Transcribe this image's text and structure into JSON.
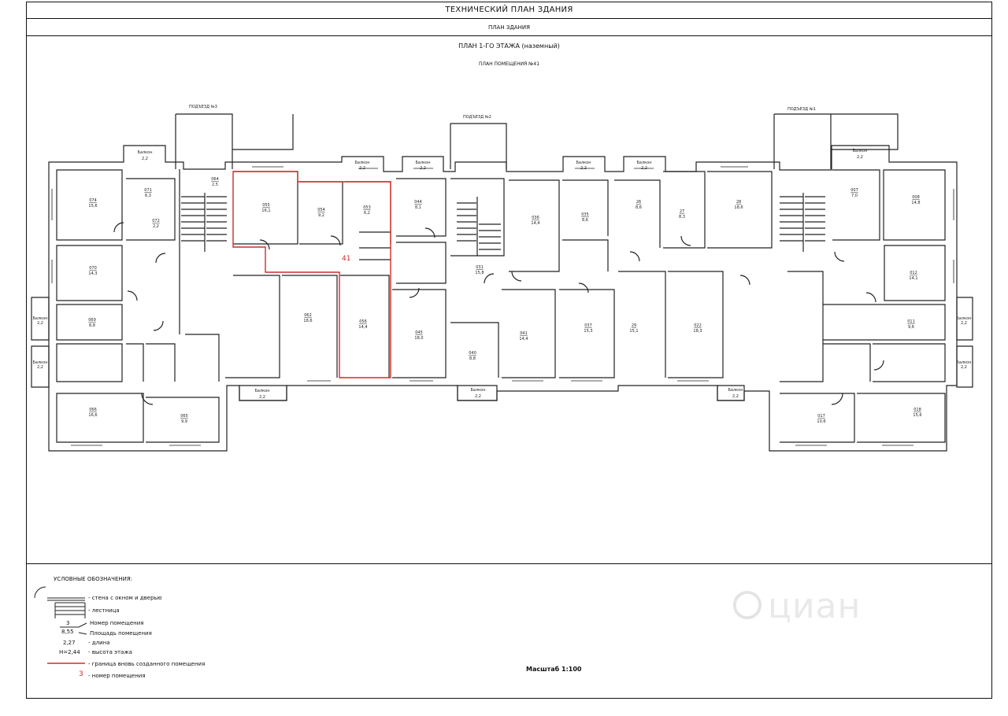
{
  "header": {
    "title": "ТЕХНИЧЕСКИЙ ПЛАН ЗДАНИЯ",
    "subtitle": "ПЛАН ЗДАНИЯ"
  },
  "plan": {
    "title": "ПЛАН 1-ГО ЭТАЖА (наземный)",
    "subtitle": "ПЛАН ПОМЕЩЕНИЯ №41",
    "highlight_label": "41",
    "entrance_left": "ПОДЪЕЗД №3",
    "entrance_mid": "ПОДЪЕЗД №2",
    "entrance_right": "ПОДЪЕЗД №1",
    "balcony_label": "Балкон",
    "balcony_area": "2,2",
    "rooms": [
      {
        "n": "074",
        "a": "15,6"
      },
      {
        "n": "071",
        "a": "6,3"
      },
      {
        "n": "072",
        "a": "2,2"
      },
      {
        "n": "064",
        "a": "2,5"
      },
      {
        "n": "055",
        "a": "16,1"
      },
      {
        "n": "054",
        "a": "9,2"
      },
      {
        "n": "053",
        "a": "6,2"
      },
      {
        "n": "044",
        "a": "8,1"
      },
      {
        "n": "036",
        "a": "14,4"
      },
      {
        "n": "035",
        "a": "8,6"
      },
      {
        "n": "26",
        "a": "8,6"
      },
      {
        "n": "27",
        "a": "8,3"
      },
      {
        "n": "28",
        "a": "18,6"
      },
      {
        "n": "007",
        "a": "7,0"
      },
      {
        "n": "008",
        "a": "14,8"
      },
      {
        "n": "070",
        "a": "14,3"
      },
      {
        "n": "069",
        "a": "8,8"
      },
      {
        "n": "056",
        "a": "14,4"
      },
      {
        "n": "062",
        "a": "18,6"
      },
      {
        "n": "045",
        "a": "18,0"
      },
      {
        "n": "037",
        "a": "15,3"
      },
      {
        "n": "29",
        "a": "15,1"
      },
      {
        "n": "022",
        "a": "18,3"
      },
      {
        "n": "012",
        "a": "14,1"
      },
      {
        "n": "011",
        "a": "9,6"
      },
      {
        "n": "066",
        "a": "16,6"
      },
      {
        "n": "065",
        "a": "9,9"
      },
      {
        "n": "018",
        "a": "15,6"
      },
      {
        "n": "017",
        "a": "10,6"
      },
      {
        "n": "041",
        "a": "14,4"
      },
      {
        "n": "040",
        "a": "8,8"
      },
      {
        "n": "031",
        "a": "15,8"
      }
    ]
  },
  "legend": {
    "title": "УСЛОВНЫЕ ОБОЗНАЧЕНИЯ:",
    "wall": "- стена с окном и дверью",
    "stairs": "- лестница",
    "num_sample": "3",
    "area_sample": "8,55",
    "room_number": "Номер помещения",
    "room_area": "Площадь помещения",
    "length_sample": "2,27",
    "length": "- длина",
    "height_sample": "H=2,44",
    "height": "- высота этажа",
    "new_border": "- граница вновь созданного помещения",
    "num_red_sample": "3",
    "room_number2": "- номер помещения"
  },
  "scale": "Масштаб 1:100",
  "watermark": "циан",
  "colors": {
    "line": "#222222",
    "accent": "#d22b2b"
  }
}
